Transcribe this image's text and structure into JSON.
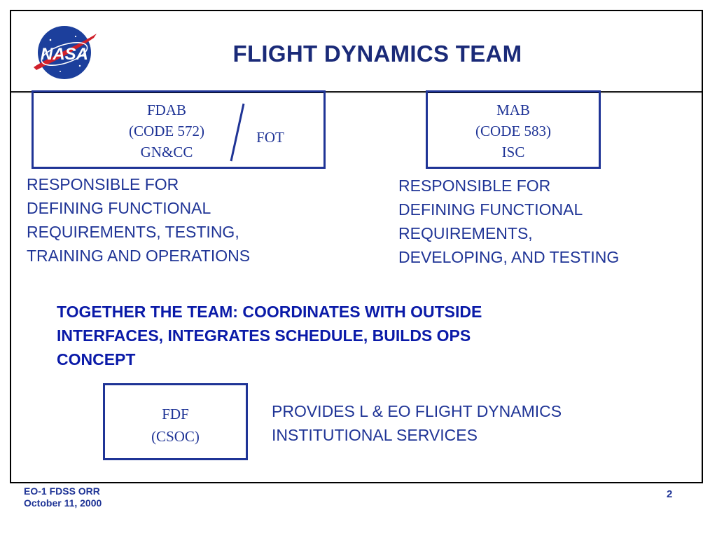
{
  "header": {
    "logo_text": "NASA",
    "title": "FLIGHT DYNAMICS TEAM"
  },
  "fdab_box": {
    "lines": [
      "FDAB",
      "(CODE 572)",
      "GN&CC"
    ],
    "side_label": "FOT"
  },
  "mab_box": {
    "lines": [
      "MAB",
      "(CODE 583)",
      "ISC"
    ]
  },
  "left_text": {
    "lines": [
      "RESPONSIBLE FOR",
      "DEFINING FUNCTIONAL",
      "REQUIREMENTS, TESTING,",
      "TRAINING AND OPERATIONS"
    ]
  },
  "right_text": {
    "lines": [
      "RESPONSIBLE FOR",
      "DEFINING FUNCTIONAL",
      "REQUIREMENTS,",
      "DEVELOPING, AND TESTING"
    ]
  },
  "together": {
    "lines": [
      "TOGETHER THE TEAM: COORDINATES WITH OUTSIDE",
      "INTERFACES, INTEGRATES SCHEDULE, BUILDS OPS",
      "CONCEPT"
    ]
  },
  "fdf_box": {
    "lines": [
      "FDF",
      "(CSOC)"
    ]
  },
  "provides": {
    "lines": [
      "PROVIDES L & EO FLIGHT DYNAMICS",
      "INSTITUTIONAL SERVICES"
    ]
  },
  "footer": {
    "line1": "EO-1 FDSS ORR",
    "line2": "October 11, 2000",
    "page_number": "2"
  },
  "colors": {
    "title": "#1a2a78",
    "box_border": "#1f3496",
    "emphasis": "#0a1aa8",
    "logo_blue": "#1c3f9c",
    "logo_red": "#d0202a"
  }
}
